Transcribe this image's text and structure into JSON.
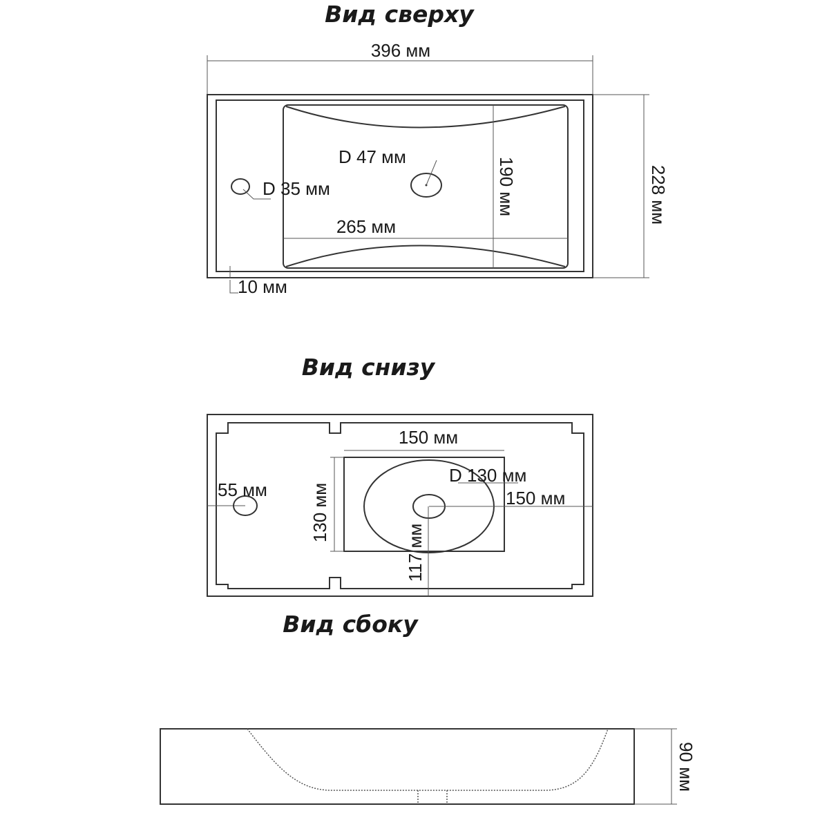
{
  "top_view": {
    "title": "Вид сверху",
    "width_label": "396 мм",
    "depth_label": "228 мм",
    "bowl_length_label": "265 мм",
    "bowl_width_label": "190 мм",
    "drain_label": "D 47 мм",
    "tap_hole_label": "D 35 мм",
    "rim_label": "10 мм"
  },
  "bottom_view": {
    "title": "Вид снизу",
    "plate_width_label": "150 мм",
    "plate_height_label": "130 мм",
    "circle_label": "D 130 мм",
    "drain_offset_x_label": "150 мм",
    "drain_offset_y_label": "117 мм",
    "tap_offset_label": "55 мм"
  },
  "side_view": {
    "title": "Вид сбоку",
    "height_label": "90 мм"
  }
}
